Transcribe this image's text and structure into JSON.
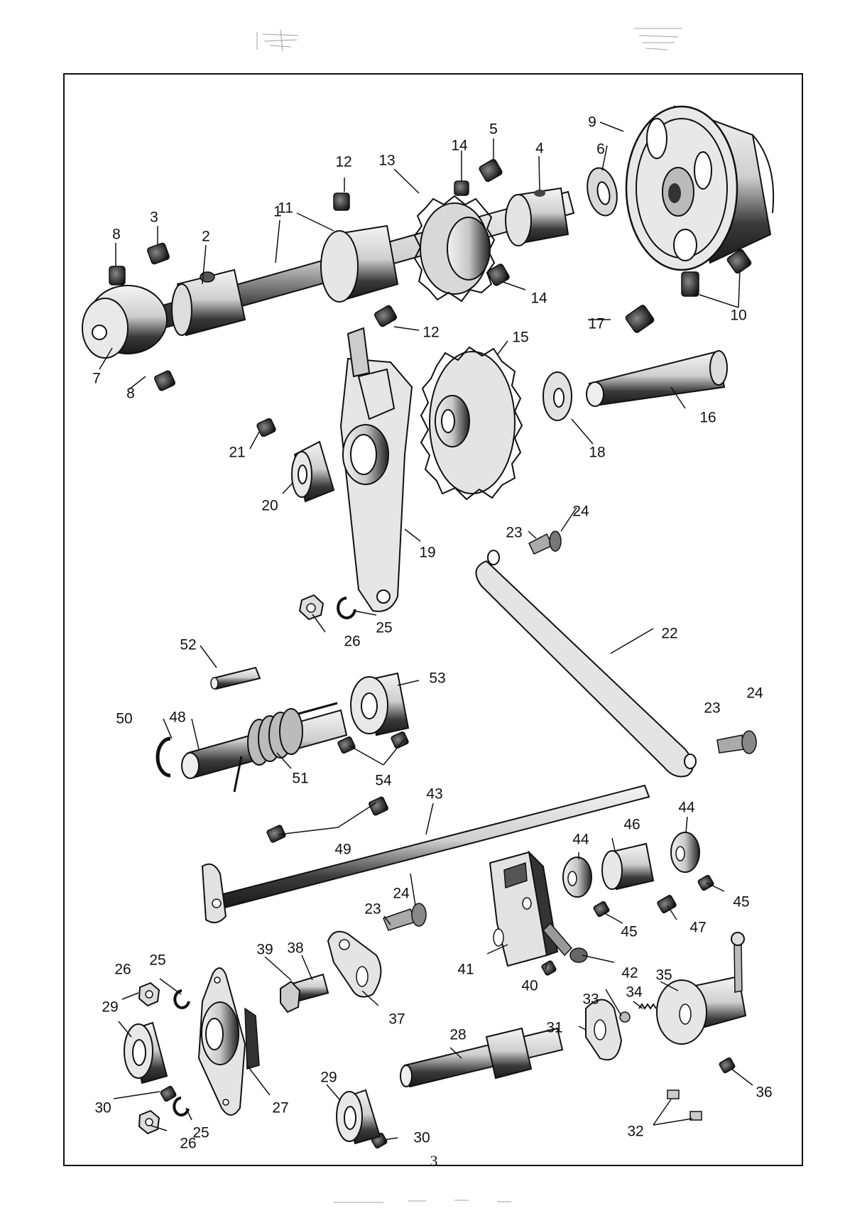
{
  "page": {
    "page_number": "3"
  },
  "parts": [
    "1",
    "2",
    "3",
    "4",
    "5",
    "6",
    "7",
    "8",
    "9",
    "10",
    "11",
    "12",
    "13",
    "14",
    "15",
    "16",
    "17",
    "18",
    "19",
    "20",
    "21",
    "22",
    "23",
    "24",
    "25",
    "26",
    "27",
    "28",
    "29",
    "30",
    "31",
    "32",
    "33",
    "34",
    "35",
    "36",
    "37",
    "38",
    "39",
    "40",
    "41",
    "42",
    "43",
    "44",
    "45",
    "46",
    "47",
    "48",
    "49",
    "50",
    "51",
    "52",
    "53",
    "54"
  ]
}
